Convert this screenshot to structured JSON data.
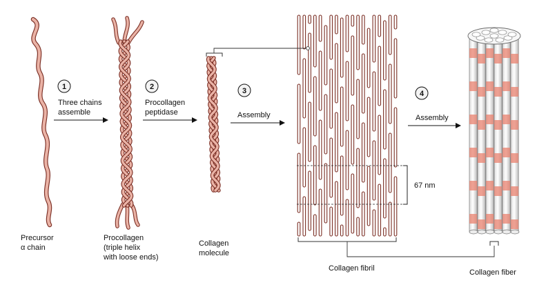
{
  "steps": [
    {
      "number": "1",
      "line1": "Three chains",
      "line2": "assemble"
    },
    {
      "number": "2",
      "line1": "Procollagen",
      "line2": "peptidase"
    },
    {
      "number": "3",
      "line1": "Assembly",
      "line2": ""
    },
    {
      "number": "4",
      "line1": "Assembly",
      "line2": ""
    }
  ],
  "labels": {
    "precursor_line1": "Precursor",
    "precursor_line2": "α chain",
    "procollagen_line1": "Procollagen",
    "procollagen_line2": "(triple helix",
    "procollagen_line3": "with loose ends)",
    "molecule_line1": "Collagen",
    "molecule_line2": "molecule",
    "fibril": "Collagen fibril",
    "fiber": "Collagen fiber",
    "spacing": "67 nm"
  },
  "colors": {
    "strand_fill": "#eab3a6",
    "strand_edge": "#7a2e24",
    "fiber_band": "#e8826f",
    "fiber_shade": "#cfcfcf",
    "badge_fill": "#f3f3f3",
    "arrow": "#111111",
    "connector": "#333333"
  }
}
